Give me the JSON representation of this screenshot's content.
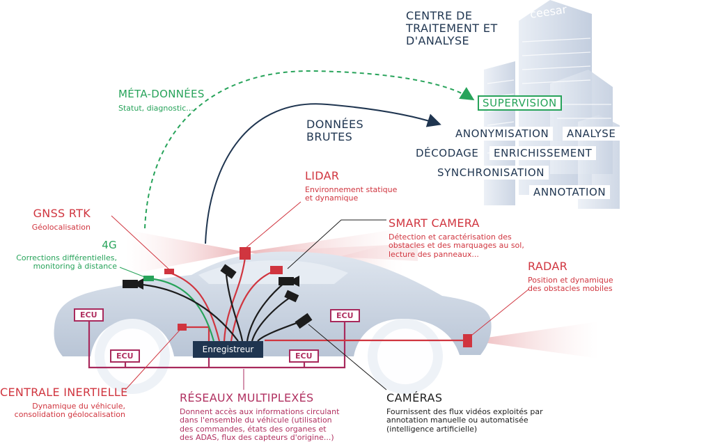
{
  "center": {
    "title_lines": [
      "CENTRE DE",
      "TRAITEMENT ET",
      "D'ANALYSE"
    ],
    "logo": "ceesar",
    "processes": {
      "supervision": "SUPERVISION",
      "anonymisation": "ANONYMISATION",
      "analyse": "ANALYSE",
      "decodage": "DÉCODAGE",
      "enrichissement": "ENRICHISSEMENT",
      "synchronisation": "SYNCHRONISATION",
      "annotation": "ANNOTATION"
    }
  },
  "flows": {
    "meta": {
      "title": "MÉTA-DONNÉES",
      "sub": "Statut, diagnostic..."
    },
    "brutes": {
      "title_lines": [
        "DONNÉES",
        "BRUTES"
      ]
    }
  },
  "sensors": {
    "lidar": {
      "title": "LIDAR",
      "sub_lines": [
        "Environnement statique",
        "et dynamique"
      ]
    },
    "gnss": {
      "title": "GNSS RTK",
      "sub": "Géolocalisation"
    },
    "fourg": {
      "title": "4G",
      "sub_lines": [
        "Corrections différentielles,",
        "monitoring à distance"
      ]
    },
    "smart_camera": {
      "title": "SMART CAMERA",
      "sub_lines": [
        "Détection et caractérisation des",
        "obstacles et des marquages au sol,",
        "lecture des panneaux..."
      ]
    },
    "radar": {
      "title": "RADAR",
      "sub_lines": [
        "Position et dynamique",
        "des obstacles mobiles"
      ]
    },
    "centrale": {
      "title": "CENTRALE INERTIELLE",
      "sub_lines": [
        "Dynamique du véhicule,",
        "consolidation géolocalisation"
      ]
    },
    "reseaux": {
      "title": "RÉSEAUX MULTIPLEXÉS",
      "sub_lines": [
        "Donnent accès aux informations circulant",
        "dans l'ensemble du véhicule (utilisation",
        "des commandes, états des organes et",
        "des ADAS, flux des capteurs d'origine...)"
      ]
    },
    "cameras": {
      "title": "CAMÉRAS",
      "sub_lines": [
        "Fournissent des flux vidéos exploités par",
        "annotation manuelle ou automatisée",
        "(intelligence artificielle)"
      ]
    }
  },
  "vehicle": {
    "ecu_label": "ECU",
    "recorder": "Enregistreur"
  },
  "colors": {
    "red": "#d0353f",
    "navy": "#1f3550",
    "green": "#27a35a",
    "ecu_magenta": "#a8295c",
    "car_body": "#c8d3e2",
    "building": "#cdd6e4"
  }
}
